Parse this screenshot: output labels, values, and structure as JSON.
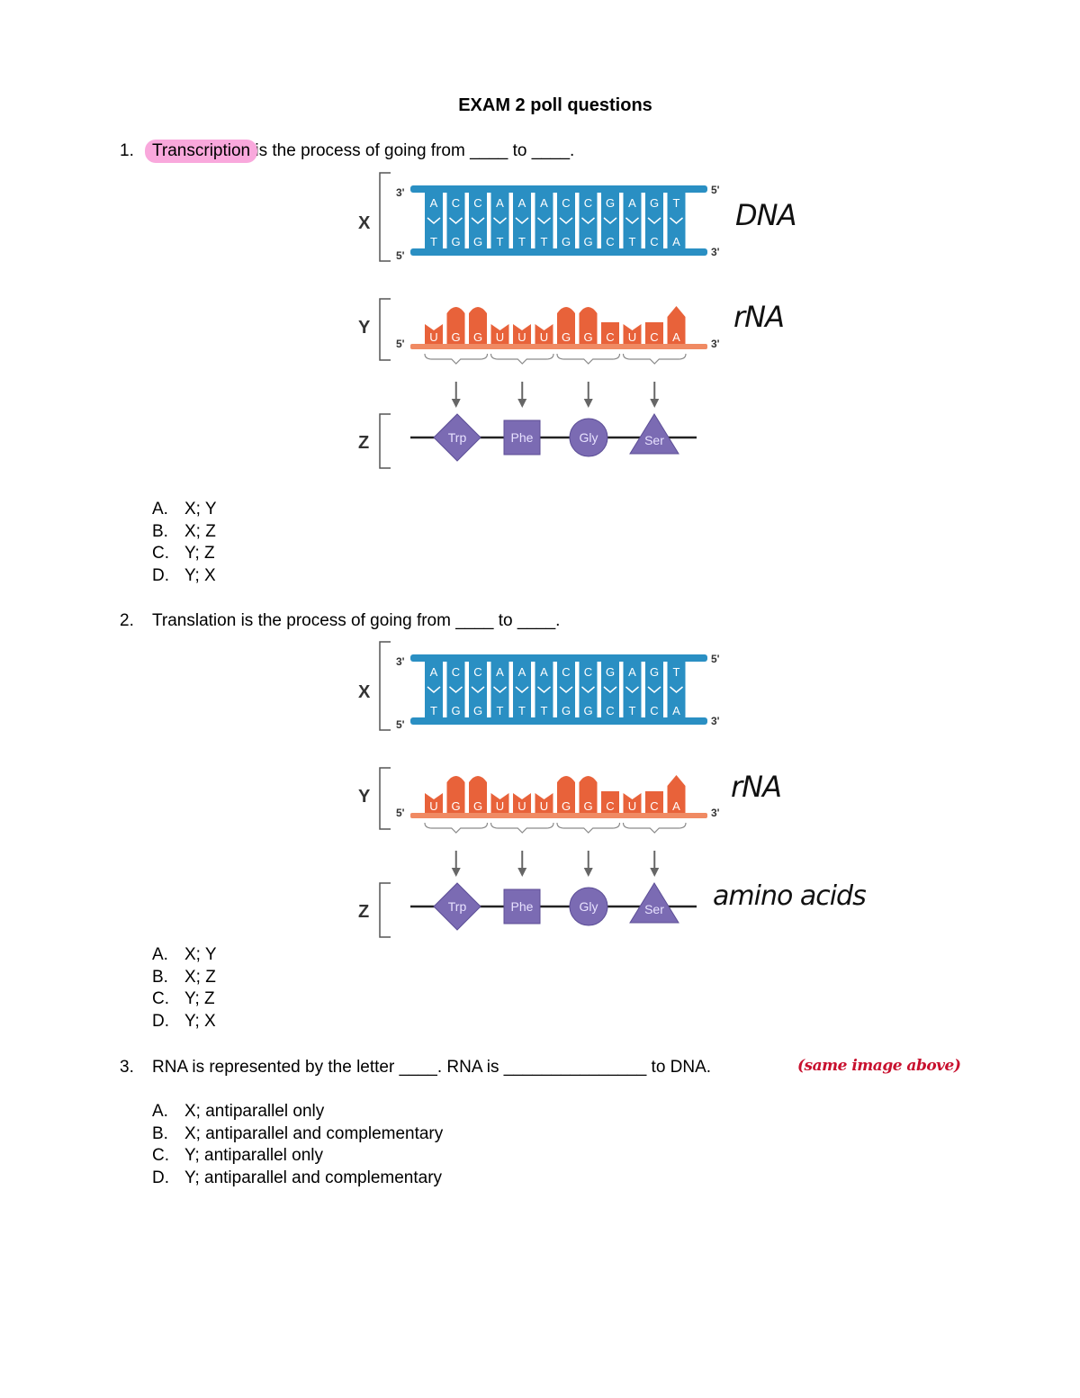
{
  "title": "EXAM 2 poll questions",
  "diagram": {
    "label_x": "X",
    "label_y": "Y",
    "label_z": "Z",
    "prime_3": "3'",
    "prime_5": "5'",
    "dna_top": [
      "A",
      "C",
      "C",
      "A",
      "A",
      "A",
      "C",
      "C",
      "G",
      "A",
      "G",
      "T"
    ],
    "dna_bottom": [
      "T",
      "G",
      "G",
      "T",
      "T",
      "T",
      "G",
      "G",
      "C",
      "T",
      "C",
      "A"
    ],
    "rna": [
      "U",
      "G",
      "G",
      "U",
      "U",
      "U",
      "G",
      "G",
      "C",
      "U",
      "C",
      "A"
    ],
    "amino_acids": [
      "Trp",
      "Phe",
      "Gly",
      "Ser"
    ],
    "colors": {
      "dna": "#2a8fc3",
      "dna_dark": "#1c6f9c",
      "rna": "#e8623a",
      "rna_light": "#f08a63",
      "protein": "#7b6bb3",
      "protein_dark": "#5c4e96"
    }
  },
  "q1": {
    "number": "1.",
    "text_highlighted": "Transcription",
    "text_rest": " is the process of going from ____ to ____.",
    "options": [
      {
        "letter": "A.",
        "text": "X; Y",
        "selected": true
      },
      {
        "letter": "B.",
        "text": "X; Z",
        "selected": false
      },
      {
        "letter": "C.",
        "text": "Y; Z",
        "selected": false
      },
      {
        "letter": "D.",
        "text": "Y; X",
        "selected": false
      }
    ],
    "note_dna": "DNA",
    "note_rna": "rNA"
  },
  "q2": {
    "number": "2.",
    "text": "Translation is the process of going from ____ to ____.",
    "options": [
      {
        "letter": "A.",
        "text": "X; Y",
        "selected": false
      },
      {
        "letter": "B.",
        "text": "X; Z",
        "selected": false
      },
      {
        "letter": "C.",
        "text": "Y; Z",
        "selected": true
      },
      {
        "letter": "D.",
        "text": "Y; X",
        "selected": false
      }
    ],
    "note_rna": "rNA",
    "note_amino": "amino acids"
  },
  "q3": {
    "number": "3.",
    "text": "RNA is represented by the letter ____. RNA is _______________ to DNA.",
    "note": "(same image above)",
    "options": [
      {
        "letter": "A.",
        "text": "X; antiparallel only",
        "selected": false
      },
      {
        "letter": "B.",
        "text": "X; antiparallel and complementary",
        "selected": false
      },
      {
        "letter": "C.",
        "text": "Y; antiparallel only",
        "selected": false
      },
      {
        "letter": "D.",
        "text": "Y; antiparallel and complementary",
        "selected": true
      }
    ]
  }
}
